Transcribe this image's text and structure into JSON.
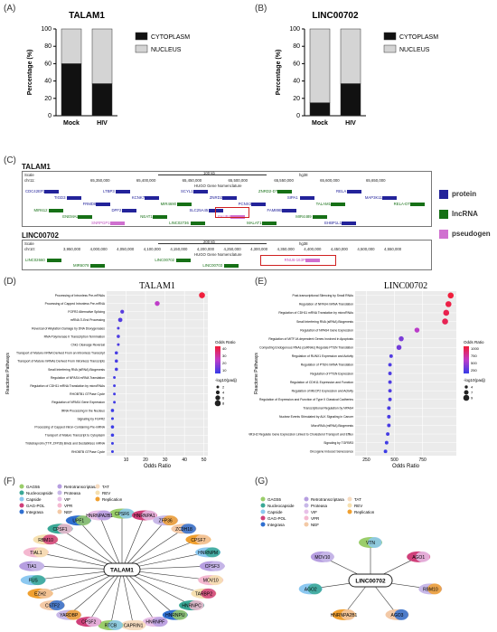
{
  "panels": {
    "A": "(A)",
    "B": "(B)",
    "C": "(C)",
    "D": "(D)",
    "E": "(E)",
    "F": "(F)",
    "G": "(G)"
  },
  "chart_data": [
    {
      "type": "bar",
      "title": "TALAM1",
      "ylabel": "Percentage (%)",
      "categories": [
        "Mock",
        "HIV"
      ],
      "series": [
        {
          "name": "CYTOPLASM",
          "values": [
            60,
            37
          ]
        },
        {
          "name": "NUCLEUS",
          "values": [
            40,
            63
          ]
        }
      ],
      "ylim": [
        0,
        100
      ],
      "yticks": [
        "0",
        "20",
        "40",
        "60",
        "80",
        "100"
      ],
      "stacked": true,
      "colors": {
        "CYTOPLASM": "#111111",
        "NUCLEUS": "#d4d4d4"
      }
    },
    {
      "type": "bar",
      "title": "LINC00702",
      "ylabel": "Percentage (%)",
      "categories": [
        "Mock",
        "HIV"
      ],
      "series": [
        {
          "name": "CYTOPLASM",
          "values": [
            15,
            37
          ]
        },
        {
          "name": "NUCLEUS",
          "values": [
            85,
            63
          ]
        }
      ],
      "ylim": [
        0,
        100
      ],
      "yticks": [
        "0",
        "20",
        "40",
        "60",
        "80",
        "100"
      ],
      "stacked": true,
      "colors": {
        "CYTOPLASM": "#111111",
        "NUCLEUS": "#d4d4d4"
      }
    },
    {
      "type": "scatter",
      "title": "TALAM1",
      "xlabel": "Odds Ratio",
      "ylabel": "Reactome Pathways",
      "xticks": [
        "10",
        "20",
        "30",
        "40",
        "50"
      ],
      "legend_odds_title": "Odds Ratio",
      "legend_odds_ticks": [
        "40",
        "30",
        "20",
        "10"
      ],
      "legend_size_title": "-log10(padj)",
      "legend_size_ticks": [
        "2",
        "4",
        "6",
        "8"
      ],
      "pathways": [
        "Processing of Intronless Pre-mRNAs",
        "Processing of Capped Intronless Pre-mRNA",
        "FGFR2 Alternative Splicing",
        "mRNA 3'-End Processing",
        "Reversal of Alkylation Damage by DNA Dioxygenases",
        "RNA Polymerase II Transcription Termination",
        "Chk1 Cleavage Reversal",
        "Transport of Mature mRNA Derived From an Intronless Transcript",
        "Transport of Mature mRNAs Derived From Intronless Transcripts",
        "Small Interfering RNA (siRNA) Biogenesis",
        "Regulation of NPAS4 mRNA Translation",
        "Regulation of CDH11 mRNA Translation by microRNAs",
        "RHOBTB1 GTPase Cycle",
        "Regulation of NPAS4 Gene Expression",
        "tRNA Processing in the Nucleus",
        "Signaling by FGFR2",
        "Processing of Capped Intron-Containing Pre-mRNA",
        "Transport of Mature Transcript to Cytoplasm",
        "Tristetraprolin (TTP, ZFP36) Binds and Destabilizes mRNA",
        "RHOBTB GTPase Cycle"
      ],
      "odds": [
        49,
        26,
        8,
        7,
        6,
        6,
        6,
        5,
        5,
        5,
        4,
        4,
        4,
        4,
        3,
        3,
        3,
        3,
        3,
        3
      ],
      "padj": [
        8,
        6,
        4,
        5,
        2,
        3,
        2,
        3,
        3,
        3,
        2,
        2,
        2,
        2,
        3,
        2,
        3,
        3,
        2,
        2
      ],
      "xlim": [
        0,
        52
      ]
    },
    {
      "type": "scatter",
      "title": "LINC00702",
      "xlabel": "Odds Ratio",
      "ylabel": "Reactome Pathways",
      "xticks": [
        "250",
        "500",
        "750"
      ],
      "legend_odds_title": "Odds Ratio",
      "legend_odds_ticks": [
        "1000",
        "750",
        "500",
        "250"
      ],
      "legend_size_title": "-log10(padj)",
      "legend_size_ticks": [
        "4",
        "7",
        "9"
      ],
      "pathways": [
        "Post-transcriptional Silencing by Small RNAs",
        "Regulation of NPAS4 mRNA Translation",
        "Regulation of CDH11 mRNA Translation by microRNAs",
        "Small Interfering RNA (siRNA) Biogenesis",
        "Regulation of NPAS4 Gene Expression",
        "Regulation of MITF-M-dependent Genes Involved in Apoptosis",
        "Competing Endogenous RNAs (ceRNAs) Regulate PTEN Translation",
        "Regulation of RUNX1 Expression and Activity",
        "Regulation of PTEN mRNA Translation",
        "Regulation of PTEN Expression",
        "Regulation of CDH11 Expression and Function",
        "Regulation of MECP2 Expression and Activity",
        "Regulation of Expression and Function of Type II Classical Cadherins",
        "Transcriptional Regulation by NPAS4",
        "Nuclear Events Stimulated by ALK Signaling in Cancer",
        "MicroRNA (miRNA) Biogenesis",
        "NR1H3 & NR1H2 Regulate Gene Expression Linked to Cholesterol Transport and Efflux",
        "Signaling by TGFBR3",
        "Oncogene Induced Senescence"
      ],
      "odds": [
        1000,
        980,
        960,
        950,
        700,
        560,
        540,
        470,
        460,
        460,
        460,
        460,
        460,
        450,
        450,
        450,
        440,
        430,
        420
      ],
      "padj": [
        9,
        9,
        9,
        9,
        7,
        7,
        7,
        4,
        4,
        4,
        4,
        4,
        4,
        4,
        4,
        4,
        4,
        4,
        4
      ],
      "xlim": [
        150,
        1050
      ]
    }
  ],
  "browser": {
    "talam": {
      "title": "TALAM1",
      "scale_label": "Scale",
      "scale_value": "100 kb",
      "assembly": "hg38",
      "chrom": "chr11:",
      "positions": [
        "65,350,000",
        "65,400,000",
        "65,450,000",
        "65,500,000",
        "65,550,000",
        "65,600,000",
        "65,650,000"
      ],
      "hugo": "HUGO Gene Nomenclature",
      "genes": [
        {
          "name": "CDC42EP2",
          "type": "prot"
        },
        {
          "name": "TIGD3",
          "type": "prot"
        },
        {
          "name": "FRMD8",
          "type": "prot"
        },
        {
          "name": "MIR612",
          "type": "lnc"
        },
        {
          "name": "ENEMAL",
          "type": "lnc"
        },
        {
          "name": "SNRPGP19",
          "type": "pseu"
        },
        {
          "name": "LTBP3",
          "type": "prot"
        },
        {
          "name": "KCNK7",
          "type": "prot"
        },
        {
          "name": "MIR4690",
          "type": "lnc"
        },
        {
          "name": "DPF2",
          "type": "prot"
        },
        {
          "name": "NEAT1",
          "type": "lnc"
        },
        {
          "name": "LINC02736",
          "type": "lnc"
        },
        {
          "name": "SCYL1",
          "type": "prot"
        },
        {
          "name": "ZNRD2",
          "type": "prot"
        },
        {
          "name": "PCNX3",
          "type": "prot"
        },
        {
          "name": "SLC25A45",
          "type": "prot"
        },
        {
          "name": "FAUP4",
          "type": "pseu"
        },
        {
          "name": "MALAT1",
          "type": "lnc"
        },
        {
          "name": "ZNRD2-DT",
          "type": "lnc"
        },
        {
          "name": "SIPA1",
          "type": "prot"
        },
        {
          "name": "TALAM1",
          "type": "lnc"
        },
        {
          "name": "FAM89B",
          "type": "prot"
        },
        {
          "name": "MIR4489",
          "type": "lnc"
        },
        {
          "name": "EHBP1L1",
          "type": "prot"
        },
        {
          "name": "RELA",
          "type": "prot"
        },
        {
          "name": "MAP3K11",
          "type": "prot"
        },
        {
          "name": "RELA-DT",
          "type": "lnc"
        }
      ]
    },
    "linc": {
      "title": "LINC00702",
      "scale_label": "Scale",
      "scale_value": "200 kb",
      "assembly": "hg38",
      "chrom": "chr10:",
      "positions": [
        "3,950,000",
        "4,000,000",
        "4,050,000",
        "4,100,000",
        "4,150,000",
        "4,200,000",
        "4,250,000",
        "4,300,000",
        "4,350,000",
        "4,400,000",
        "4,450,000",
        "4,500,000",
        "4,550,000"
      ],
      "hugo": "HUGO Gene Nomenclature",
      "genes": [
        {
          "name": "LINC02660",
          "type": "lnc"
        },
        {
          "name": "MIR6078",
          "type": "lnc"
        },
        {
          "name": "LINC00702",
          "type": "lnc"
        },
        {
          "name": "LINC00703",
          "type": "lnc"
        },
        {
          "name": "RNU6-163P",
          "type": "pseu"
        }
      ]
    },
    "legend": [
      {
        "label": "protein",
        "color": "#23239a"
      },
      {
        "label": "lncRNA",
        "color": "#167016"
      },
      {
        "label": "pseudogen",
        "color": "#d070d0"
      }
    ]
  },
  "network_legend": [
    {
      "label": "GAG55",
      "color": "#9acd6a"
    },
    {
      "label": "Nucleocapside",
      "color": "#3aa896"
    },
    {
      "label": "Capside",
      "color": "#8cc8f0"
    },
    {
      "label": "GAG-POL",
      "color": "#d0407a"
    },
    {
      "label": "Integrasa",
      "color": "#2f6fd0"
    },
    {
      "label": "Retrotranscriptasa",
      "color": "#b69ee0"
    },
    {
      "label": "Proteasa",
      "color": "#c8b8e8"
    },
    {
      "label": "VIF",
      "color": "#e8c0e8"
    },
    {
      "label": "VPR",
      "color": "#f4b8d0"
    },
    {
      "label": "NEF",
      "color": "#f3c9a6"
    },
    {
      "label": "TAT",
      "color": "#f7dcc0"
    },
    {
      "label": "REV",
      "color": "#f6e0b0"
    },
    {
      "label": "Replication",
      "color": "#f0a030"
    }
  ],
  "network_talam": {
    "center": "TALAM1",
    "nodes": [
      "CPSF6",
      "HNRNPA1",
      "ZFP36",
      "ZC3H18",
      "CPSF7",
      "HNRNPM",
      "CPSF3",
      "MOV10",
      "TARBP2",
      "HNRNPC",
      "HNRNPU",
      "HNRNPF",
      "CAPRIN1",
      "RTCB",
      "CPSF2",
      "YARDBP",
      "CSTF2",
      "EZH2",
      "FUS",
      "TIA1",
      "TIAL1",
      "RBM10",
      "CPSF1",
      "UPF1",
      "HNRNPA2B1"
    ]
  },
  "network_linc": {
    "center": "LINC00702",
    "nodes": [
      "VTN",
      "AGO1",
      "RBM10",
      "AGO3",
      "HNRNPA2B1",
      "AGO2",
      "MOV10"
    ]
  }
}
